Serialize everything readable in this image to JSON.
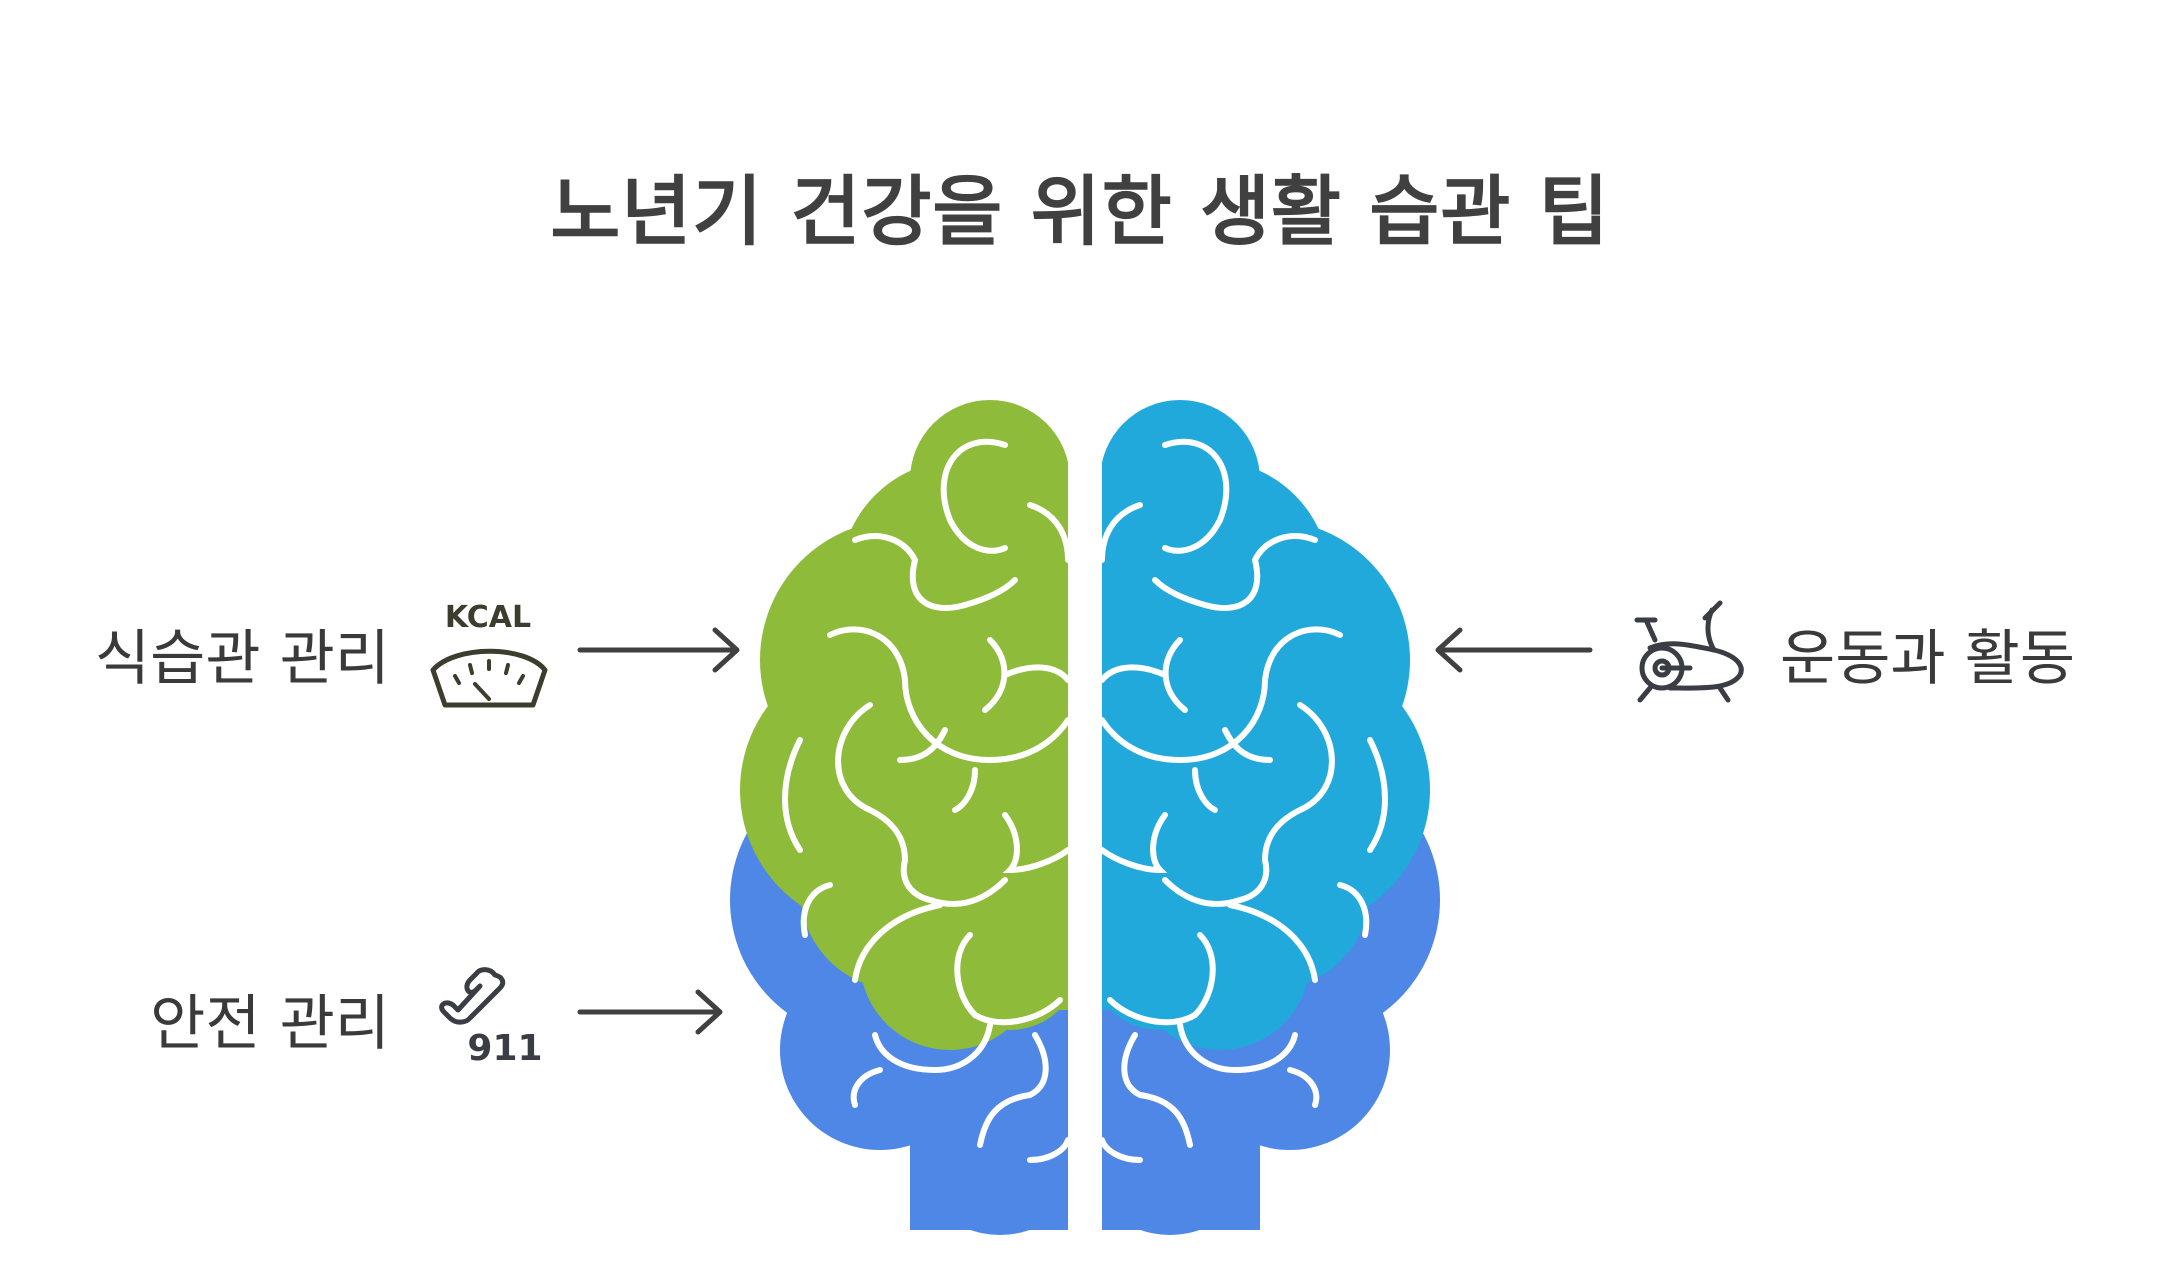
{
  "title": "노년기 건강을 위한 생활 습관 팁",
  "items": [
    {
      "label": "식습관 관리",
      "icon": "kcal-scale-icon",
      "icon_text": "KCAL",
      "side": "left"
    },
    {
      "label": "안전 관리",
      "icon": "emergency-phone-icon",
      "icon_text": "911",
      "side": "left"
    },
    {
      "label": "운동과 활동",
      "icon": "exercise-bike-icon",
      "side": "right"
    }
  ],
  "colors": {
    "left_upper": "#8fbb3b",
    "right_upper": "#22a9dc",
    "lower": "#4f87e6",
    "text": "#404040",
    "arrow": "#404040"
  }
}
